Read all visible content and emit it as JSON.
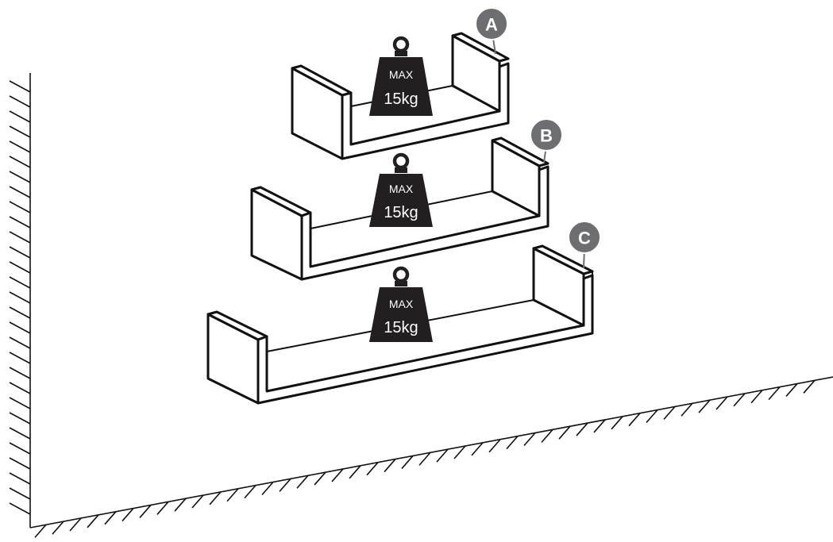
{
  "shelves": [
    {
      "id": "A",
      "weight_top": "MAX",
      "weight_bottom": "15kg"
    },
    {
      "id": "B",
      "weight_top": "MAX",
      "weight_bottom": "15kg"
    },
    {
      "id": "C",
      "weight_top": "MAX",
      "weight_bottom": "15kg"
    }
  ],
  "colors": {
    "ink": "#231f20",
    "badge": "#6d6e71",
    "background": "#ffffff"
  },
  "icons": {
    "weight": "weight-icon",
    "wall": "wall-hatch",
    "floor": "floor-hatch"
  }
}
